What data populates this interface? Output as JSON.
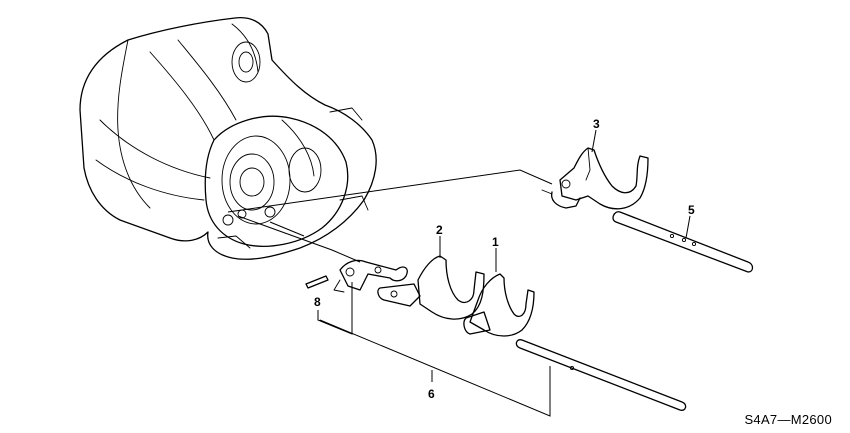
{
  "diagram": {
    "code": "S4A7—M2600",
    "callouts": {
      "p1": "1",
      "p2": "2",
      "p3": "3",
      "p5": "5",
      "p6": "6",
      "p8": "8"
    }
  }
}
